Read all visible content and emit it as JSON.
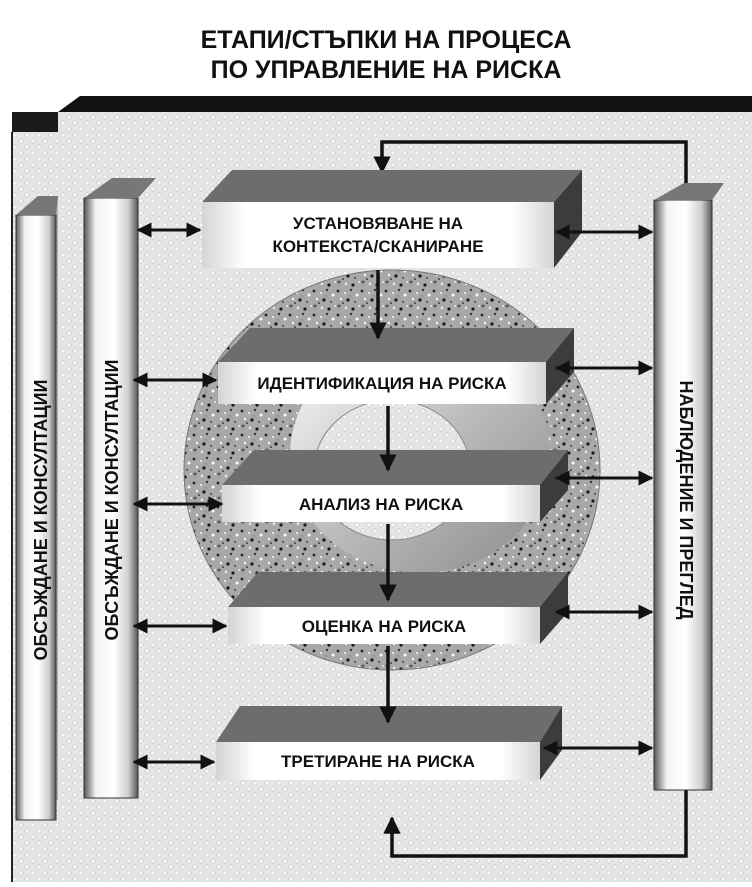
{
  "title": {
    "line1": "ЕТАПИ/СТЪПКИ НА ПРОЦЕСА",
    "line2": "ПО УПРАВЛЕНИЕ НА РИСКА"
  },
  "steps": [
    {
      "line1": "УСТАНОВЯВАНЕ НА",
      "line2": "КОНТЕКСТА/СКАНИРАНЕ"
    },
    {
      "line1": "ИДЕНТИФИКАЦИЯ НА РИСКА"
    },
    {
      "line1": "АНАЛИЗ НА РИСКА"
    },
    {
      "line1": "ОЦЕНКА НА РИСКА"
    },
    {
      "line1": "ТРЕТИРАНЕ НА РИСКА"
    }
  ],
  "left_pillar_outer": "ОБСЪЖДАНЕ И КОНСУЛТАЦИИ",
  "left_pillar_inner": "ОБСЪЖДАНЕ И КОНСУЛТАЦИИ",
  "right_pillar": "НАБЛЮДЕНИЕ И ПРЕГЛЕД"
}
